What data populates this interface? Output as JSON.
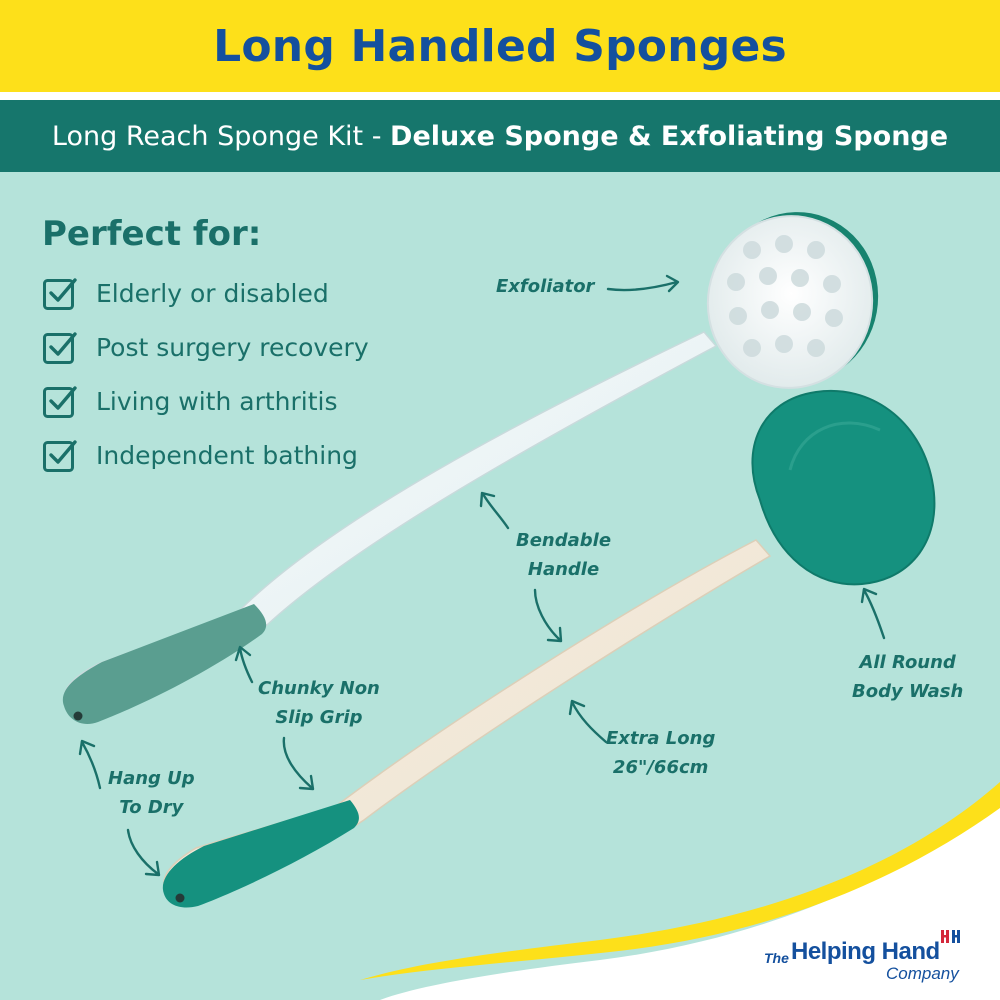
{
  "header": {
    "title": "Long Handled Sponges"
  },
  "subheader": {
    "prefix": "Long Reach Sponge Kit - ",
    "emphasis": "Deluxe Sponge & Exfoliating Sponge"
  },
  "benefits": {
    "heading": "Perfect for:",
    "items": [
      "Elderly or disabled",
      "Post surgery recovery",
      "Living with arthritis",
      "Independent bathing"
    ]
  },
  "callouts": {
    "exfoliator": "Exfoliator",
    "bendable": [
      "Bendable",
      "Handle"
    ],
    "chunky_grip": [
      "Chunky Non",
      "Slip Grip"
    ],
    "hang_up": [
      "Hang Up",
      "To Dry"
    ],
    "extra_long": [
      "Extra Long",
      "26\"/66cm"
    ],
    "body_wash": [
      "All Round",
      "Body Wash"
    ]
  },
  "logo": {
    "the": "The",
    "main": "Helping Hand",
    "company": "Company"
  },
  "colors": {
    "yellow": "#fde01a",
    "teal_dark": "#16766c",
    "mint_background": "#b5e3da",
    "text_teal": "#1a7069",
    "brand_blue": "#14509e",
    "sponge_green": "#15917f",
    "grip_grey_green": "#5a9e90"
  },
  "icons": {
    "checkbox": "checkbox-icon",
    "arrow": "curved-arrow-icon",
    "logo_mark": "helping-hand-logo-mark"
  }
}
